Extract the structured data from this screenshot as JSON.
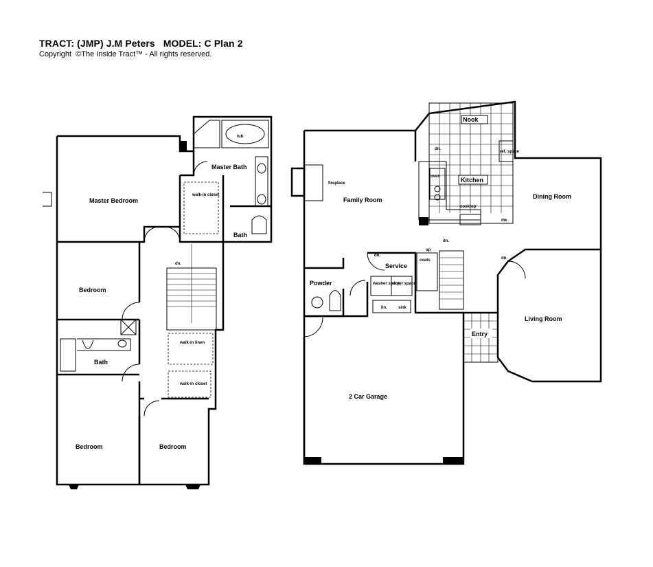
{
  "header": {
    "title": "TRACT: (JMP) J.M Peters   MODEL: C Plan 2",
    "copyright": "Copyright  ©The Inside Tract™ - All rights reserved."
  },
  "upper_floor": {
    "rooms": {
      "master_bedroom": "Master Bedroom",
      "master_bath": "Master Bath",
      "tub": "tub",
      "walk_in_closet": "walk-in closet",
      "bath_master": "Bath",
      "bedroom_1": "Bedroom",
      "bath_hall": "Bath",
      "walk_in_linen": "walk-in linen",
      "walk_in_closet_2": "walk-in closet",
      "bedroom_2": "Bedroom",
      "bedroom_3": "Bedroom",
      "stairs_dn": "dn."
    }
  },
  "lower_floor": {
    "rooms": {
      "nook": "Nook",
      "kitchen": "Kitchen",
      "family_room": "Family Room",
      "fireplace": "fireplace",
      "dining_room": "Dining Room",
      "service": "Service",
      "powder": "Powder",
      "washer_space": "washer space",
      "dryer_space": "dryer space",
      "living_room": "Living Room",
      "entry": "Entry",
      "garage": "2 Car Garage",
      "oven": "oven",
      "cooktop": "cooktop",
      "refrigerator_space": "ref. space",
      "coats": "coats",
      "dn_1": "dn.",
      "dn_2": "dn.",
      "dn_3": "dn.",
      "dn_4": "dn.",
      "up": "up",
      "lin": "lin.",
      "sink": "sink",
      "dw": "dw"
    }
  }
}
